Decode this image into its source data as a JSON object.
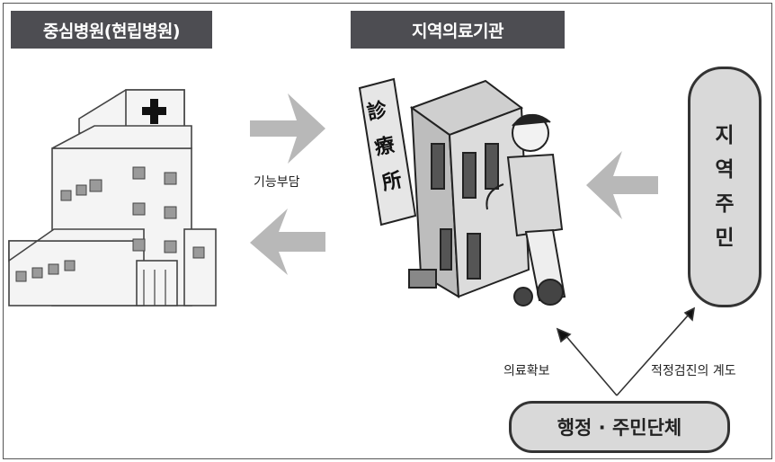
{
  "headers": {
    "central_hospital": "중심병원(현립병원)",
    "local_clinic": "지역의료기관"
  },
  "labels": {
    "function_share": "기능부담",
    "medical_secure": "의료확보",
    "checkup_enlighten": "적정검진의 계도"
  },
  "residents": [
    "지",
    "역",
    "주",
    "민"
  ],
  "admin_group": "행정 · 주민단체",
  "clinic_sign": [
    "診",
    "療",
    "所"
  ],
  "colors": {
    "header_bg": "#4d4d52",
    "arrow_gray": "#b8b8b8",
    "pill_fill": "#d9d9d9",
    "outline": "#333333"
  }
}
